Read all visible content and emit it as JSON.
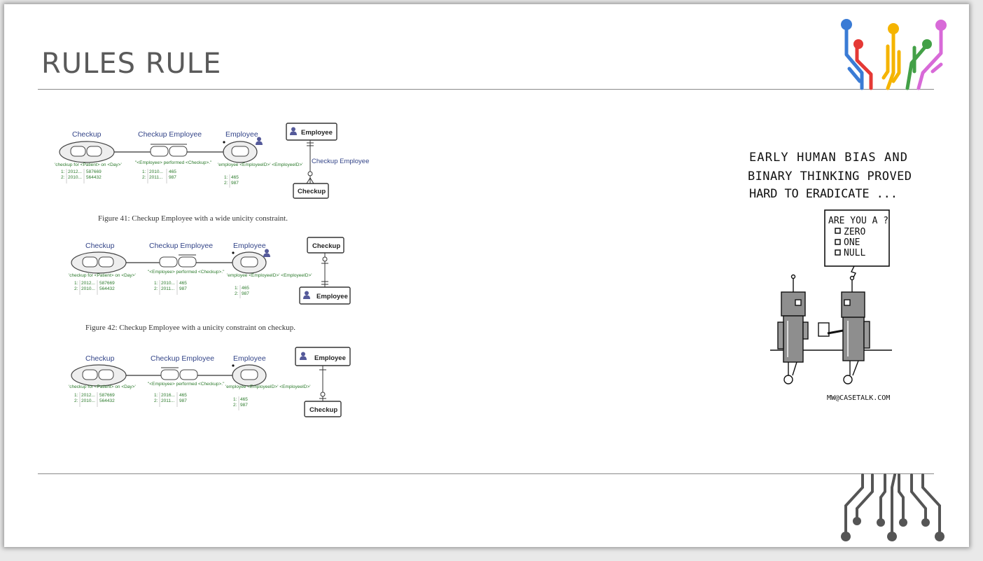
{
  "slide": {
    "title": "RULES RULE"
  },
  "colors": {
    "logo_blue": "#3a7bd5",
    "logo_red": "#e53935",
    "logo_yellow": "#f5b400",
    "logo_green": "#43a047",
    "logo_pink": "#d86ad8",
    "circuit_gray": "#555555"
  },
  "figures": [
    {
      "id": "fig41",
      "orm": {
        "fact_types": [
          "Checkup",
          "Checkup Employee",
          "Employee"
        ],
        "readings": [
          "'checkup for <Patient> on <Day>'",
          "\"<Employee> performed <Checkup>.\"",
          "'employee <EmployeeID>' <EmployeeID>'"
        ],
        "rows": [
          [
            "1:",
            "2012...",
            "587669",
            "1:",
            "2010...",
            "465",
            "1:",
            "465"
          ],
          [
            "2:",
            "2010...",
            "564432",
            "2:",
            "2011...",
            "987",
            "2:",
            "987"
          ]
        ]
      },
      "er": {
        "top": "Employee",
        "relation": "Checkup Employee",
        "bottom": "Checkup"
      },
      "caption": "Figure 41: Checkup Employee with a wide unicity constraint."
    },
    {
      "id": "fig42",
      "orm": {
        "fact_types": [
          "Checkup",
          "Checkup Employee",
          "Employee"
        ],
        "readings": [
          "'checkup for <Patient> on <Day>'",
          "\"<Employee> performed <Checkup>.\"",
          "'employee <EmployeeID>' <EmployeeID>'"
        ],
        "rows": [
          [
            "1:",
            "2012...",
            "587669",
            "1:",
            "2010...",
            "465",
            "1:",
            "465"
          ],
          [
            "2:",
            "2010...",
            "564432",
            "2:",
            "2011...",
            "987",
            "2:",
            "987"
          ]
        ]
      },
      "er": {
        "top": "Checkup",
        "relation": "",
        "bottom": "Employee"
      },
      "caption": "Figure 42: Checkup Employee with a unicity constraint on checkup."
    },
    {
      "id": "fig43",
      "orm": {
        "fact_types": [
          "Checkup",
          "Checkup Employee",
          "Employee"
        ],
        "readings": [
          "'checkup for <Patient> on <Day>'",
          "\"<Employee> performed <Checkup>.\"",
          "'employee <EmployeeID>' <EmployeeID>'"
        ],
        "rows": [
          [
            "1:",
            "2012...",
            "587669",
            "1:",
            "2016...",
            "465",
            "1:",
            "465"
          ],
          [
            "2:",
            "2010...",
            "564432",
            "2:",
            "2011...",
            "987",
            "2:",
            "987"
          ]
        ]
      },
      "er": {
        "top": "Employee",
        "relation": "",
        "bottom": "Checkup"
      },
      "caption": ""
    }
  ],
  "cartoon": {
    "headline": [
      "EARLY HUMAN BIAS AND",
      "BINARY THINKING PROVED",
      "HARD TO ERADICATE ..."
    ],
    "sign_title": "ARE YOU A ?",
    "options": [
      "ZERO",
      "ONE",
      "NULL"
    ],
    "credit": "MW@CASETALK.COM"
  }
}
